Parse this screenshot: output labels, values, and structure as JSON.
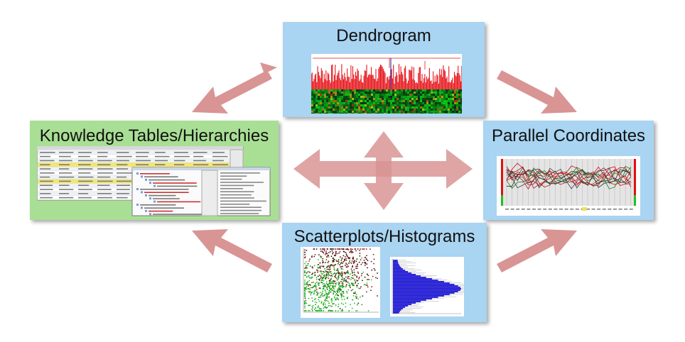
{
  "panels": {
    "dendrogram": {
      "title": "Dendrogram",
      "bg": "#a9d4f2"
    },
    "knowledge": {
      "title": "Knowledge Tables/Hierarchies",
      "bg": "#a9df95"
    },
    "parallel": {
      "title": "Parallel Coordinates",
      "bg": "#a9d4f2"
    },
    "scatter": {
      "title": "Scatterplots/Histograms",
      "bg": "#a9d4f2"
    }
  },
  "colors": {
    "arrow": "#d99494",
    "cluster_red": "#e6141a",
    "heat_green": "#1a8c1a",
    "hist_blue": "#1a14d2"
  }
}
